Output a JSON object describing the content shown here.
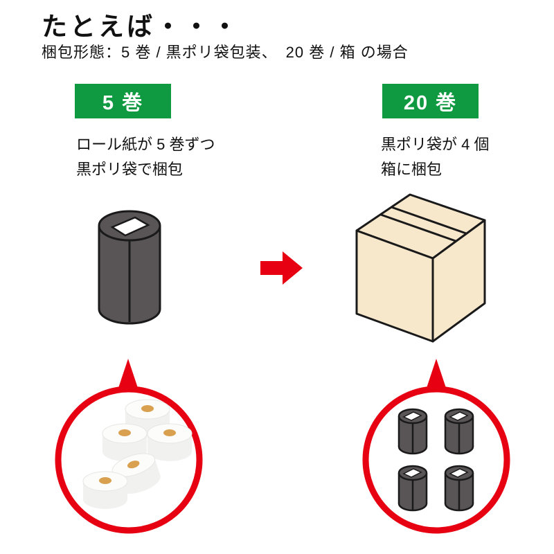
{
  "header": {
    "title": "たとえば・・・",
    "subtitle": "梱包形態：5 巻 / 黒ポリ袋包装、　20 巻 / 箱 の場合"
  },
  "left_panel": {
    "badge_label": "5 巻",
    "description_line1": "ロール紙が 5 巻ずつ",
    "description_line2": "黒ポリ袋で梱包",
    "illustration": "black-poly-bag-cylinder",
    "magnifier": {
      "content": "toilet-paper-rolls",
      "roll_count": 5
    }
  },
  "right_panel": {
    "badge_label": "20 巻",
    "description_line1": "黒ポリ袋が 4 個",
    "description_line2": "箱に梱包",
    "illustration": "cardboard-box",
    "magnifier": {
      "content": "black-poly-bags",
      "bag_count": 4
    }
  },
  "arrow": {
    "icon": "arrow-right-icon",
    "direction": "right"
  },
  "colors": {
    "badge_green": "#0f9a41",
    "accent_red": "#e60012",
    "bag_gray": "#595455",
    "box_beige": "#f7e8cc",
    "outline_black": "#1a1a1a",
    "roll_core_tan": "#d9a050",
    "roll_body": "#f1f1ef",
    "roll_top": "#fcfcfa"
  }
}
